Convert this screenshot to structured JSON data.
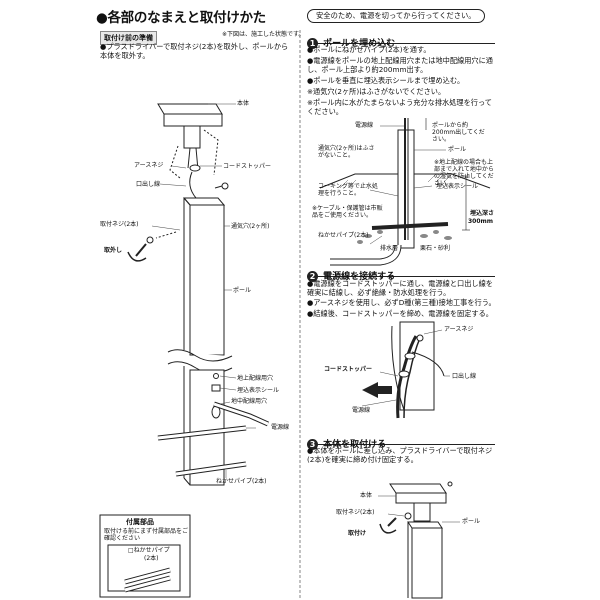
{
  "header": {
    "title": "●各部のなまえと取付けかた",
    "safety": "安全のため、電源を切ってから行ってください。"
  },
  "left": {
    "prep_title": "取付け前の準備",
    "note": "※下図は、施工した状態です。",
    "prep_text": "●プラスドライバーで取付ネジ(2本)を取外し、ポールから本体を取外す。",
    "labels": {
      "hontai": "本体",
      "ground_screw": "アースネジ",
      "cord_stopper": "コードストッパー",
      "outlet_line": "口出し線",
      "mount_screw": "取付ネジ(2本)",
      "vent_hole": "通気穴(2ヶ所)",
      "remove": "取外し",
      "pole": "ポール",
      "above_ground_hole": "地上配線用穴",
      "burial_seal": "埋込表示シール",
      "underground_hole": "地中配線用穴",
      "power_line": "電源線",
      "anchor_pipe": "ねかせパイプ(2本)"
    },
    "accessories": {
      "title": "付属部品",
      "text": "取付ける前にまず付属部品をご確認ください",
      "item": "□ねかせパイプ",
      "qty": "(2本)"
    }
  },
  "steps": [
    {
      "num": "1",
      "title": "ポールを埋め込む",
      "bullets": [
        "●ポールにねかせパイプ(2本)を通す。",
        "●電源線をポールの地上配線用穴または地中配線用穴に通し、ポール上部より約200mm出す。",
        "●ポールを垂直に埋込表示シールまで埋め込む。",
        "※通気穴(2ヶ所)はふさがないでください。",
        "※ポール内に水がたまらないよう充分な排水処理を行ってください。"
      ],
      "labels": {
        "power_line": "電源線",
        "pole": "ポール",
        "out200": "ポールから約200mm出してください。",
        "vent": "通気穴(2ヶ所)はふさがないこと。",
        "caulk": "コーキング等で止水処理を行うこと。",
        "cable_note": "※ケーブル・保護管は市販品をご使用ください。",
        "pipe": "ねかせパイプ(2本)",
        "drain": "排水層",
        "gravel": "栗石・砂利",
        "above_ground": "※地上配線の場合も上部まで入れて地中からの湿気を防止してください。",
        "seal": "埋込表示シール",
        "depth": "埋込深さ",
        "depth_val": "300mm"
      }
    },
    {
      "num": "2",
      "title": "電源線を接続する",
      "bullets": [
        "●電源線をコードストッパーに通し、電源線と口出し線を確実に結線し、必ず絶縁・防水処理を行う。",
        "●アースネジを使用し、必ずD種(第三種)接地工事を行う。",
        "●結線後、コードストッパーを締め、電源線を固定する。"
      ],
      "labels": {
        "ground_screw": "アースネジ",
        "cord_stopper": "コードストッパー",
        "outlet_line": "口出し線",
        "power_line": "電源線"
      }
    },
    {
      "num": "3",
      "title": "本体を取付ける",
      "bullets": [
        "●本体をポールに差し込み、プラスドライバーで取付ネジ(2本)を確実に締め付け固定する。"
      ],
      "labels": {
        "hontai": "本体",
        "mount_screw": "取付ネジ(2本)",
        "pole": "ポール",
        "attach": "取付け"
      }
    }
  ]
}
